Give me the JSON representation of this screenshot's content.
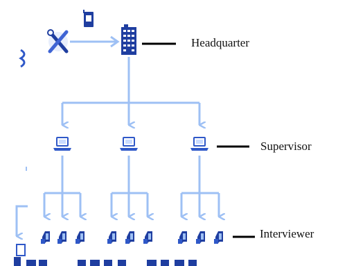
{
  "labels": {
    "headquarter": "Headquarter",
    "supervisor": "Supervisor",
    "interviewer": "Interviewer"
  },
  "colors": {
    "connector": "#9ec0f4",
    "icon_dark": "#1f3ea0",
    "icon_mid": "#3f64d4",
    "label_line": "#000000"
  },
  "icons": {
    "headquarter": "office-building-icon",
    "supervisor": "laptop-icon",
    "interviewer": "handheld-device-icon",
    "tools": "wrench-screwdriver-icon",
    "document": "clipboard-device-icon"
  },
  "structure": {
    "supervisors": 3,
    "interviewers_per_supervisor": 3
  }
}
